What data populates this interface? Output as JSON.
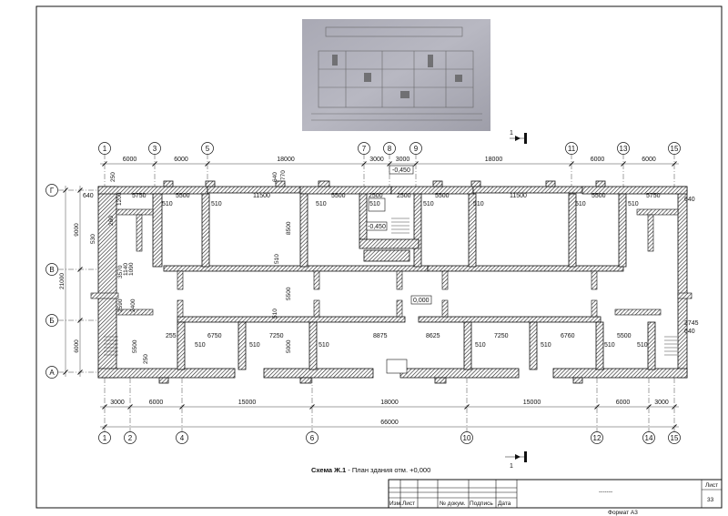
{
  "drawing": {
    "caption_bold": "Схема Ж.1",
    "caption_rest": " - План здания отм. +0,000",
    "section_mark": "1",
    "level_labels": [
      "-0,450",
      "0,000"
    ],
    "axes_horizontal_top": [
      "1",
      "3",
      "5",
      "7",
      "8",
      "9",
      "11",
      "13",
      "15"
    ],
    "axes_horizontal_bottom": [
      "1",
      "2",
      "4",
      "6",
      "10",
      "12",
      "14",
      "15"
    ],
    "axes_vertical": [
      "Г",
      "В",
      "Б",
      "А"
    ],
    "top_dims": [
      "6000",
      "6000",
      "18000",
      "3000",
      "3000",
      "18000",
      "6000",
      "6000"
    ],
    "bottom_dims": [
      "3000",
      "6000",
      "15000",
      "18000",
      "15000",
      "6000",
      "3000"
    ],
    "overall_dim": "66000",
    "left_dims": [
      "9000",
      "21000",
      "6000"
    ],
    "room_dims": [
      "640",
      "5750",
      "5500",
      "11500",
      "5500",
      "2500",
      "2500",
      "5500",
      "11500",
      "5500",
      "5750",
      "640",
      "255",
      "6750",
      "7250",
      "8875",
      "8625",
      "7250",
      "6760",
      "5500",
      "2745",
      "640"
    ],
    "wall_labels": [
      "510",
      "250",
      "1200",
      "260",
      "530",
      "3570",
      "1140",
      "1090",
      "2400",
      "2590",
      "5500",
      "250",
      "1120",
      "3470",
      "770",
      "640",
      "8500",
      "510",
      "5500",
      "5000"
    ]
  },
  "title_block": {
    "headers": [
      "Изм.",
      "Лист",
      "№ докум.",
      "Подпись",
      "Дата"
    ],
    "sheet_label": "Лист",
    "sheet_number": "33",
    "format": "Формат А3",
    "center_text": "-------"
  },
  "photo": {
    "icon": "blueprint-photo-icon"
  }
}
